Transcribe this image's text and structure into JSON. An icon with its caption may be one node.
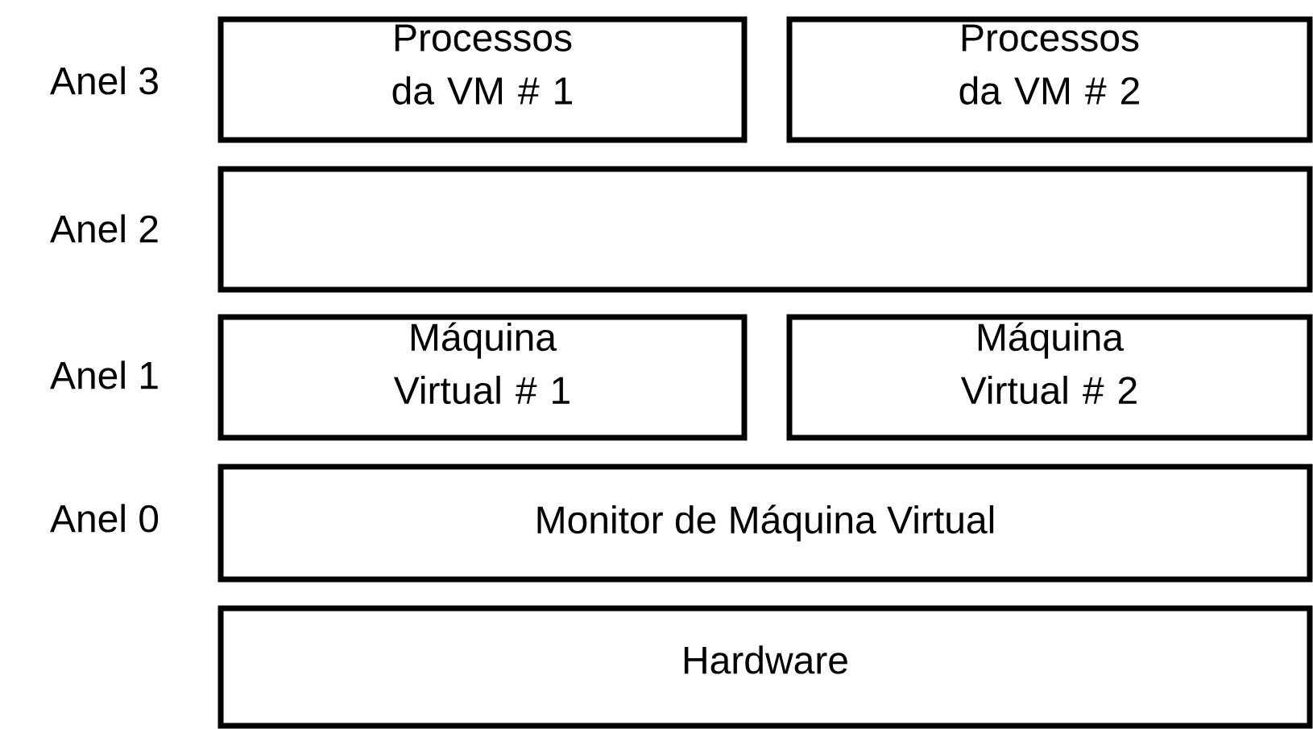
{
  "diagram": {
    "nodes": [
      {
        "text": [
          "Processos da VM # 1"
        ]
      },
      {
        "text": [
          "Processos da VM # 2"
        ]
      },
      {
        "text": [],
        "shape": "box"
      },
      {
        "text": [
          "Máquina Virtual # 1"
        ]
      },
      {
        "text": [
          "Máquina Virtual # 2"
        ]
      },
      {
        "text": [
          "Monitor de Máquina Virtual"
        ]
      },
      {
        "text": [
          "Hardware"
        ]
      }
    ],
    "labels": [
      "Anel 3",
      "Anel 2",
      "Anel 1",
      "Anel 0"
    ]
  }
}
